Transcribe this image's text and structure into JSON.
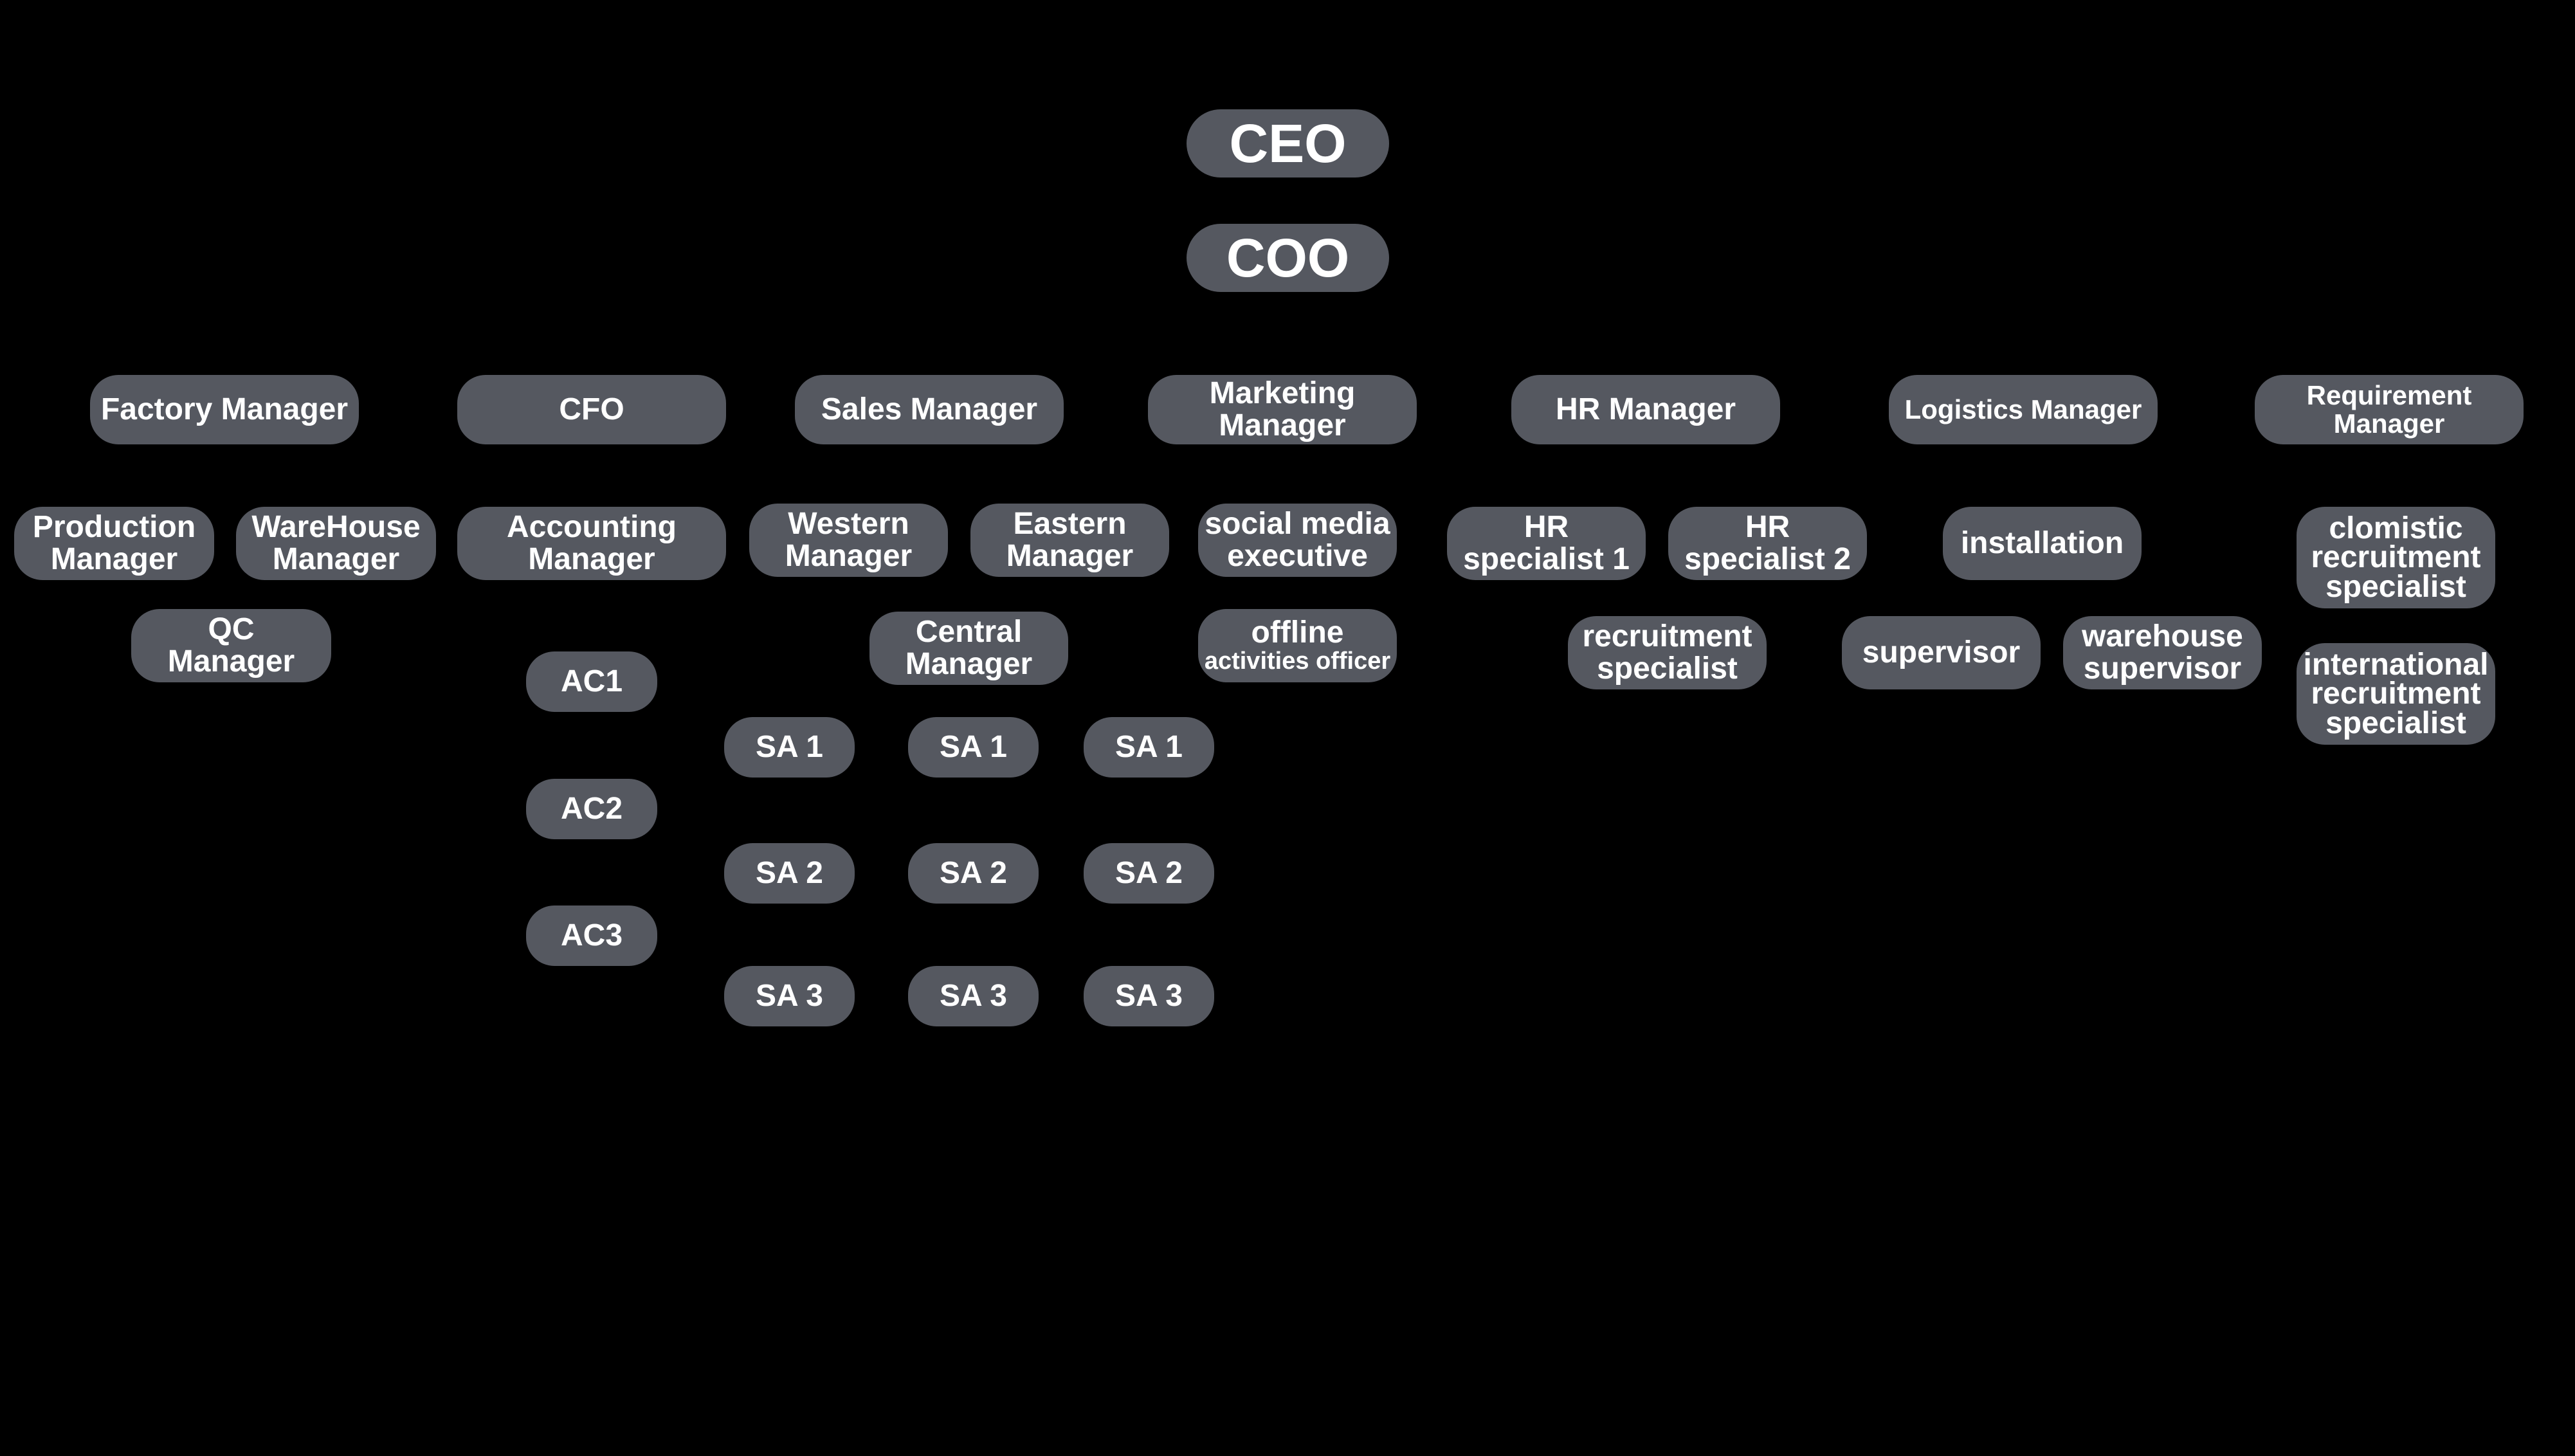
{
  "nodes": {
    "ceo": "CEO",
    "coo": "COO",
    "factory_manager": "Factory Manager",
    "cfo": "CFO",
    "sales_manager": "Sales Manager",
    "marketing_manager": [
      "Marketing",
      "Manager"
    ],
    "hr_manager": "HR Manager",
    "logistics_manager": "Logistics Manager",
    "requirement_manager": [
      "Requirement",
      "Manager"
    ],
    "production_manager": [
      "Production",
      "Manager"
    ],
    "warehouse_manager": [
      "WareHouse",
      "Manager"
    ],
    "qc_manager": [
      "QC",
      "Manager"
    ],
    "accounting_manager": [
      "Accounting",
      "Manager"
    ],
    "ac1": "AC1",
    "ac2": "AC2",
    "ac3": "AC3",
    "western_manager": [
      "Western",
      "Manager"
    ],
    "eastern_manager": [
      "Eastern",
      "Manager"
    ],
    "central_manager": [
      "Central",
      "Manager"
    ],
    "sa": [
      "SA 1",
      "SA 2",
      "SA 3"
    ],
    "social_media_executive": [
      "social media",
      "executive"
    ],
    "offline_activities_officer": [
      "offline",
      "activities officer"
    ],
    "hr_specialist_1": [
      "HR",
      "specialist 1"
    ],
    "hr_specialist_2": [
      "HR",
      "specialist 2"
    ],
    "recruitment_specialist": [
      "recruitment",
      "specialist"
    ],
    "installation": "installation",
    "supervisor": "supervisor",
    "warehouse_supervisor": [
      "warehouse",
      "supervisor"
    ],
    "clomistic_recruitment_specialist": [
      "clomistic",
      "recruitment",
      "specialist"
    ],
    "international_recruitment_specialist": [
      "international",
      "recruitment",
      "specialist"
    ]
  },
  "colors": {
    "background": "#000000",
    "node_fill": "#555860",
    "node_text": "#ffffff"
  }
}
